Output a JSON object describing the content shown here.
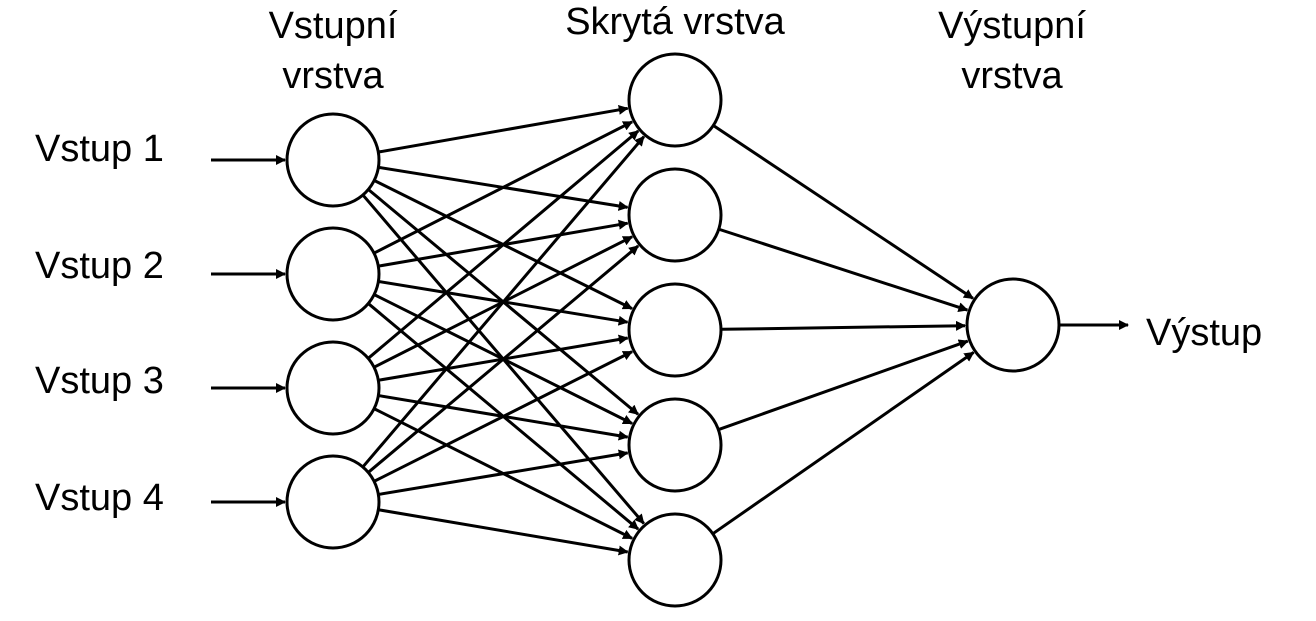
{
  "layers": {
    "input_title_line1": "Vstupní",
    "input_title_line2": "vrstva",
    "hidden_title": "Skrytá vrstva",
    "output_title_line1": "Výstupní",
    "output_title_line2": "vrstva"
  },
  "inputs": [
    "Vstup 1",
    "Vstup 2",
    "Vstup 3",
    "Vstup 4"
  ],
  "output": "Výstup",
  "structure": {
    "input_nodes": 4,
    "hidden_nodes": 5,
    "output_nodes": 1
  },
  "colors": {
    "stroke": "#000000",
    "background": "#ffffff"
  }
}
